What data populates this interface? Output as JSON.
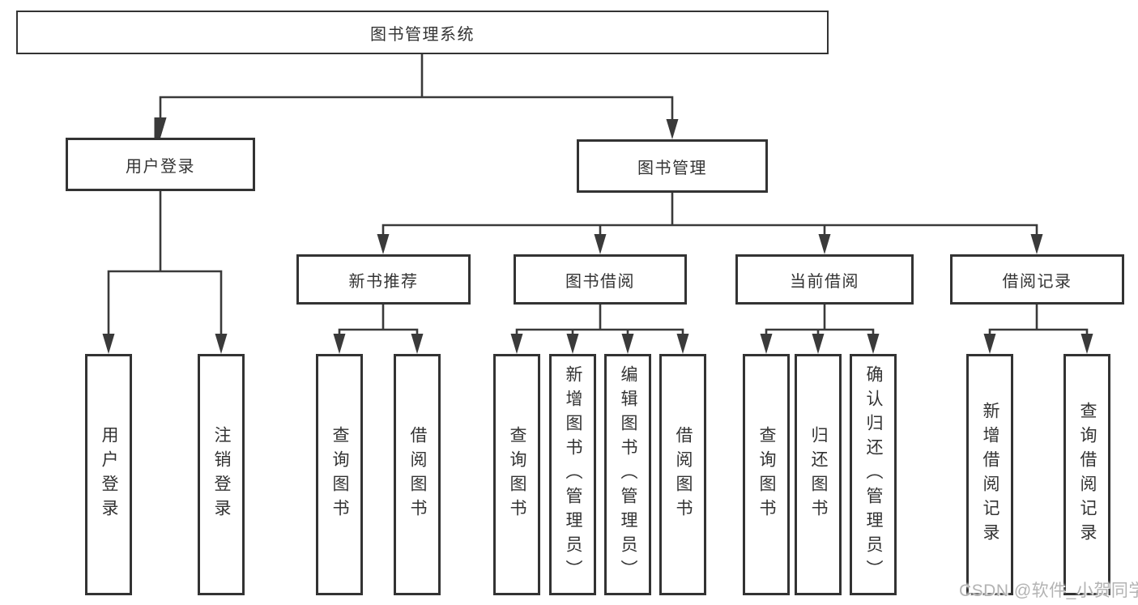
{
  "watermark": "CSDN @软件_小贺同学",
  "colors": {
    "line": "#3a3a3a",
    "box_border": "#333333",
    "box_fill": "#ffffff",
    "text": "#333333",
    "watermark": "#b3b3b3",
    "background": "#ffffff"
  },
  "tree": {
    "root": {
      "label": "图书管理系统"
    },
    "branches": [
      {
        "label": "用户登录",
        "children": [
          {
            "label": "用户登录"
          },
          {
            "label": "注销登录"
          }
        ]
      },
      {
        "label": "图书管理",
        "children": [
          {
            "label": "新书推荐",
            "children": [
              {
                "label": "查询图书"
              },
              {
                "label": "借阅图书"
              }
            ]
          },
          {
            "label": "图书借阅",
            "children": [
              {
                "label": "查询图书"
              },
              {
                "label": "新增图书（管理员）"
              },
              {
                "label": "编辑图书（管理员）"
              },
              {
                "label": "借阅图书"
              }
            ]
          },
          {
            "label": "当前借阅",
            "children": [
              {
                "label": "查询图书"
              },
              {
                "label": "归还图书"
              },
              {
                "label": "确认归还（管理员）"
              }
            ]
          },
          {
            "label": "借阅记录",
            "children": [
              {
                "label": "新增借阅记录"
              },
              {
                "label": "查询借阅记录"
              }
            ]
          }
        ]
      }
    ]
  }
}
